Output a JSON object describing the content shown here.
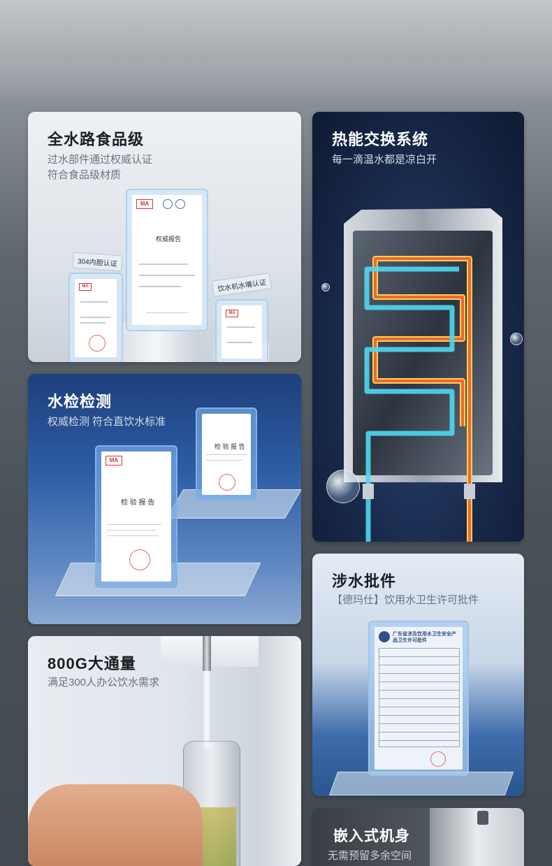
{
  "panels": {
    "food_grade": {
      "title": "全水路食品级",
      "subtitle_line1": "过水部件通过权威认证",
      "subtitle_line2": "符合食品级材质",
      "tag_left": "304内胆认证",
      "tag_right": "饮水机水嘴认证",
      "main_cert_title": "权威报告"
    },
    "heat_exchange": {
      "title": "热能交换系统",
      "subtitle": "每一滴温水都是凉白开"
    },
    "water_test": {
      "title": "水检检测",
      "subtitle": "权威检测 符合直饮水标准",
      "cert_front_title": "检 验 报 告",
      "cert_back_title": "检 验 报 告"
    },
    "approval": {
      "title": "涉水批件",
      "subtitle": "【德玛仕】饮用水卫生许可批件",
      "cert_header": "广东省涉及饮用水卫生安全产品卫生许可批件"
    },
    "flow": {
      "title": "800G大通量",
      "subtitle": "满足300人办公饮水需求"
    },
    "embedded": {
      "title": "嵌入式机身",
      "subtitle": "无需预留多余空间"
    }
  },
  "colors": {
    "hot_pipe": "#f0653a",
    "hot_glow": "#f7d34a",
    "cold_pipe": "#4fd8f0",
    "dark_panel": "#19294a"
  }
}
